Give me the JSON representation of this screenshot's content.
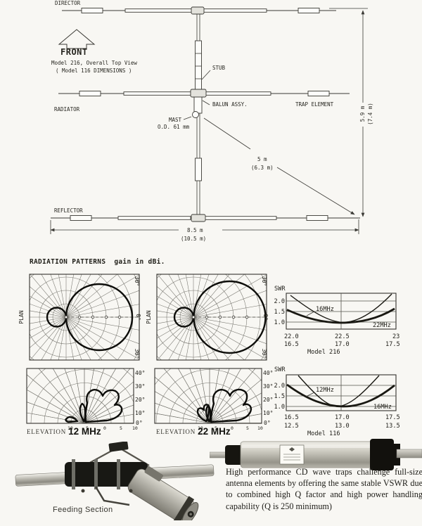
{
  "diagram": {
    "director": "DIRECTOR",
    "front": "FRONT",
    "title1": "Model 216, Overall Top View",
    "title2": "( Model 116 DIMENSIONS )",
    "stub": "STUB",
    "radiator": "RADIATOR",
    "balun": "BALUN ASSY.",
    "trap": "TRAP ELEMENT",
    "mast1": "MAST",
    "mast2": "O.D. 61 mm",
    "reflector": "REFLECTOR",
    "dim_diag1": "5 m",
    "dim_diag2": "(6.3 m)",
    "dim_w1": "8.5 m",
    "dim_w2": "(10.5 m)",
    "dim_h1": "5.9 m",
    "dim_h2": "(7.4 m)"
  },
  "radiation": {
    "heading": "RADIATION PATTERNS  gain in dBi.",
    "plan": "PLAN",
    "plan_angles": [
      "30°",
      "0°",
      "30°"
    ],
    "elev_angles": [
      "40°",
      "30°",
      "20°",
      "10°",
      "0°"
    ],
    "elev_scale": [
      "10",
      "5",
      "0",
      "5",
      "10"
    ],
    "cap_elev": "ELEVATION",
    "cap_12": "12 MHz",
    "cap_22": "22 MHz"
  },
  "swr": [
    {
      "axis": "SWR",
      "yticks": [
        "2.0",
        "1.5",
        "1.0"
      ],
      "label_a": "16MHz",
      "label_b": "22MHz",
      "x1": [
        "22.0",
        "22.5",
        "23"
      ],
      "x2": [
        "16.5",
        "17.0",
        "17.5"
      ],
      "caption": "Model 216"
    },
    {
      "axis": "SWR",
      "yticks": [
        "2.0",
        "1.5",
        "1.0"
      ],
      "label_a": "12MHz",
      "label_b": "16MHz",
      "x1": [
        "16.5",
        "17.0",
        "17.5"
      ],
      "x2": [
        "12.5",
        "13.0",
        "13.5"
      ],
      "caption": "Model 116"
    }
  ],
  "photos": {
    "feeding_caption": "Feeding Section",
    "trap_paragraph": "High performance CD wave traps challenge full-size antenna elements by offering the same stable VSWR due to combined high Q factor and high power handling capability  (Q is 250 minimum)"
  },
  "chart_data": [
    {
      "type": "line",
      "title": "Model 216",
      "ylabel": "SWR",
      "x_units": "MHz",
      "x_axis_labels_row1": [
        "22.0",
        "22.5",
        "23"
      ],
      "x_axis_labels_row2": [
        "16.5",
        "17.0",
        "17.5"
      ],
      "ylim": [
        1.0,
        2.4
      ],
      "grid": true,
      "series": [
        {
          "name": "16MHz",
          "x": [
            22.0,
            22.25,
            22.5,
            22.75,
            23.0
          ],
          "values": [
            2.3,
            1.5,
            1.0,
            1.5,
            2.35
          ]
        },
        {
          "name": "22MHz",
          "x": [
            16.5,
            16.75,
            17.0,
            17.25,
            17.5
          ],
          "values": [
            1.6,
            1.15,
            1.0,
            1.15,
            1.65
          ]
        }
      ]
    },
    {
      "type": "line",
      "title": "Model 116",
      "ylabel": "SWR",
      "x_units": "MHz",
      "x_axis_labels_row1": [
        "16.5",
        "17.0",
        "17.5"
      ],
      "x_axis_labels_row2": [
        "12.5",
        "13.0",
        "13.5"
      ],
      "ylim": [
        1.0,
        2.4
      ],
      "grid": true,
      "series": [
        {
          "name": "12MHz",
          "x": [
            16.6,
            16.8,
            17.0,
            17.2,
            17.4
          ],
          "values": [
            2.4,
            1.5,
            1.0,
            1.5,
            2.4
          ]
        },
        {
          "name": "16MHz",
          "x": [
            12.5,
            12.75,
            13.0,
            13.25,
            13.5
          ],
          "values": [
            2.0,
            1.35,
            1.0,
            1.2,
            1.95
          ]
        }
      ]
    },
    {
      "type": "polar",
      "title": "PLAN radiation patterns (gain in dBi)",
      "angle_labels": [
        "30°",
        "0°",
        "30°"
      ],
      "description": "Two azimuth plots: large forward main lobe toward 0°, small rear lobe; dotted gain scale along 0° axis"
    },
    {
      "type": "polar",
      "title": "ELEVATION 12 MHz / 22 MHz",
      "angle_labels": [
        "40°",
        "30°",
        "20°",
        "10°",
        "0°"
      ],
      "scale_labels": [
        "10",
        "5",
        "0",
        "5",
        "10"
      ],
      "description": "Half-polar elevation plots: low-angle lobed main beam toward 0–20°, small minor lobes near zenith and rear"
    }
  ]
}
